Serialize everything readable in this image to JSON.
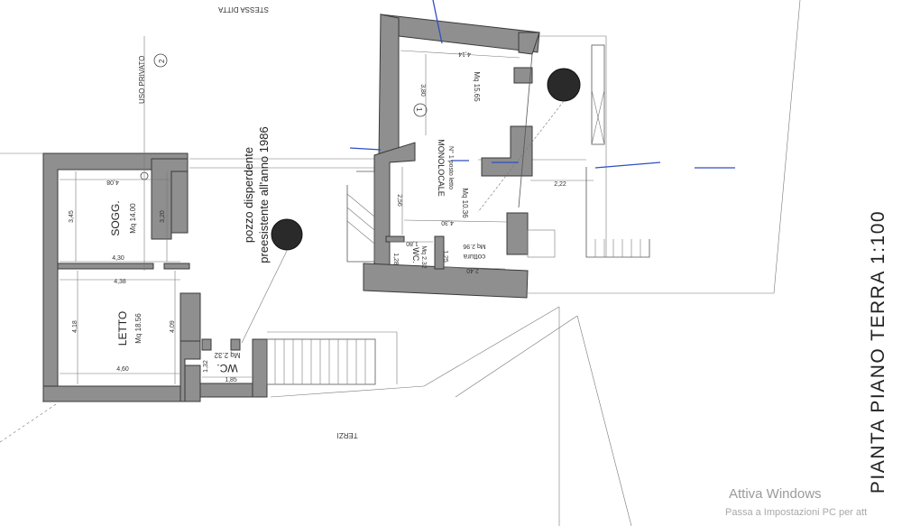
{
  "drawing": {
    "title": "PIANTA PIANO TERRA 1:100",
    "label_top": "STESSA DITTA",
    "label_bottom": "TERZI",
    "label_uso": "USO PRIVATO",
    "marker_left": "2",
    "marker_right": "1",
    "note_line1": "pozzo disperdente",
    "note_line2": "preesistente all'anno 1986"
  },
  "rooms": {
    "sogg": {
      "name": "SOGG.",
      "area": "Mq 14.00"
    },
    "letto": {
      "name": "LETTO",
      "area": "Mq 18.56"
    },
    "wc_left": {
      "name": "WC.",
      "area": "Mq 2.32"
    },
    "monolocale": {
      "name": "MONOLOCALE",
      "sub": "N° 1 posto letto",
      "area": "Mq 10.36"
    },
    "room_top": {
      "area": "Mq 15.65"
    },
    "wc_right": {
      "name": "WC.",
      "area": "Mq 2.32"
    },
    "cottura": {
      "name": "cottura",
      "area": "Mq 2.96"
    }
  },
  "dims": {
    "d408": "4,08",
    "d345": "3,45",
    "d320": "3,20",
    "d430": "4,30",
    "d438": "4,38",
    "d418": "4,18",
    "d409": "4,09",
    "d460": "4,60",
    "d185": "1,85",
    "d132": "1,32",
    "d414": "4,14",
    "d380": "3,80",
    "d256": "2,56",
    "d430b": "4,30",
    "d180": "1,80",
    "d128": "1,28",
    "d125": "1,25",
    "d240": "2,40",
    "d222": "2,22"
  },
  "watermark": {
    "line1": "Attiva Windows",
    "line2": "Passa a Impostazioni PC per att"
  }
}
